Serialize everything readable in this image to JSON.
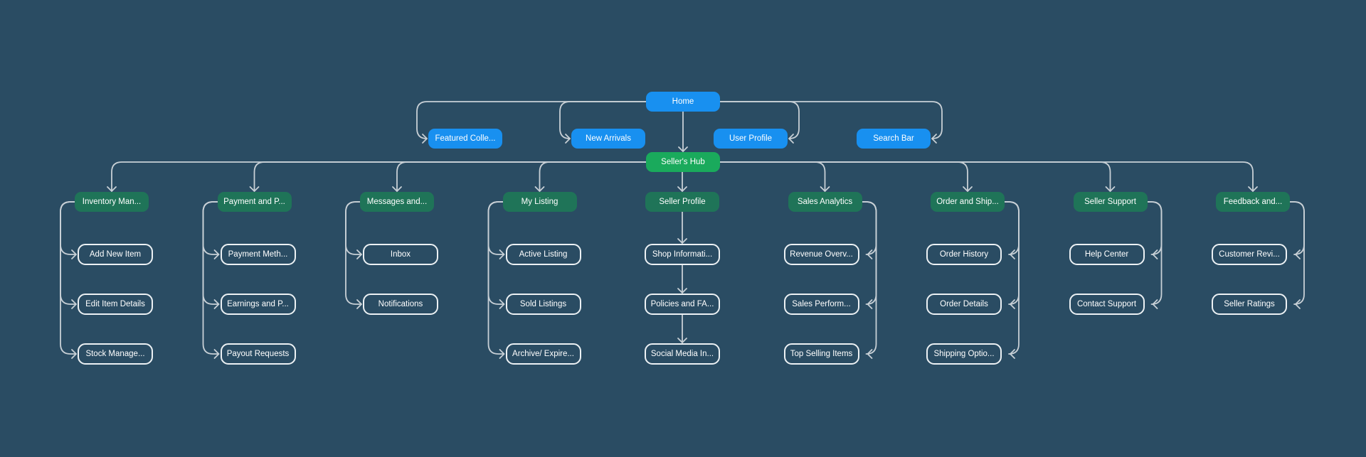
{
  "colors": {
    "background": "#2a4c63",
    "top_nodes": "#1890f0",
    "hub_node": "#1aaa5c",
    "section_nodes": "#1f7458",
    "leaf_border": "#ecf1f4",
    "connector": "#c8d0d6"
  },
  "sitemap": {
    "root": {
      "label": "Home",
      "icon": null
    },
    "home_children": [
      {
        "label": "Featured Colle..."
      },
      {
        "label": "New Arrivals"
      },
      {
        "label": "User Profile"
      },
      {
        "label": "Search Bar"
      }
    ],
    "hub": {
      "label": "Seller's Hub"
    },
    "sections": [
      {
        "label": "Inventory Man...",
        "children": [
          "Add New Item",
          "Edit Item Details",
          "Stock Manage..."
        ]
      },
      {
        "label": "Payment and P...",
        "children": [
          "Payment Meth...",
          "Earnings and P...",
          "Payout Requests"
        ]
      },
      {
        "label": "Messages and...",
        "children": [
          "Inbox",
          "Notifications"
        ]
      },
      {
        "label": "My Listing",
        "children": [
          "Active Listing",
          "Sold Listings",
          "Archive/ Expire..."
        ]
      },
      {
        "label": "Seller Profile",
        "children": [
          "Shop Informati...",
          "Policies and FA...",
          "Social Media In..."
        ]
      },
      {
        "label": "Sales Analytics",
        "children": [
          "Revenue Overv...",
          "Sales Perform...",
          "Top Selling Items"
        ]
      },
      {
        "label": "Order and Ship...",
        "children": [
          "Order History",
          "Order Details",
          "Shipping Optio..."
        ]
      },
      {
        "label": "Seller Support",
        "children": [
          "Help Center",
          "Contact Support"
        ]
      },
      {
        "label": "Feedback and...",
        "children": [
          "Customer Revi...",
          "Seller Ratings"
        ]
      }
    ]
  }
}
